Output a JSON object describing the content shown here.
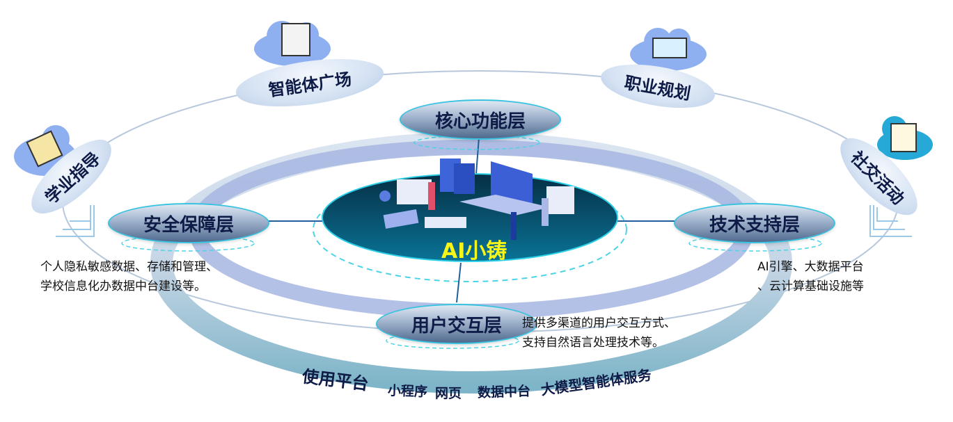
{
  "center": {
    "title": "AI小铸"
  },
  "layers": {
    "core": "核心功能层",
    "security": "安全保障层",
    "tech": "技术支持层",
    "ui": "用户交互层"
  },
  "descriptions": {
    "security": [
      "个人隐私敏感数据、存储和管理、",
      "学校信息化办数据中台建设等。"
    ],
    "tech": [
      "AI引擎、大数据平台",
      "、云计算基础设施等"
    ],
    "ui": [
      "提供多渠道的用户交互方式、",
      "支持自然语言处理技术等。"
    ]
  },
  "orbit": {
    "academic": "学业指导",
    "agent_square": "智能体广场",
    "career": "职业规划",
    "social": "社交活动"
  },
  "platform": {
    "label": "使用平台",
    "items": [
      "小程序",
      "网页",
      "数据中台",
      "大模型智能体服务"
    ]
  },
  "colors": {
    "accent": "#3ac3e0",
    "title_yellow": "#f5f51a",
    "navy": "#0e1b47"
  }
}
